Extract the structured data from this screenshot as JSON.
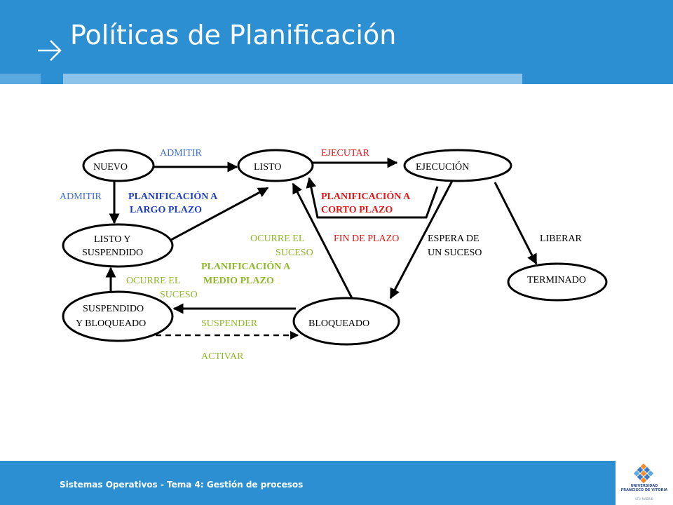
{
  "slide": {
    "title": "Políticas de Planificación",
    "footer": "Sistemas Operativos - Tema 4: Gestión de procesos",
    "logo": {
      "name_line1": "UNIVERSIDAD",
      "name_line2": "FRANCISCO DE VITORIA",
      "tagline": "UFV MADRID"
    }
  },
  "diagram": {
    "states": {
      "nuevo": "NUEVO",
      "listo": "LISTO",
      "ejecucion": "EJECUCIÓN",
      "listo_susp_1": "LISTO   Y",
      "listo_susp_2": "SUSPENDIDO",
      "susp_bloq_1": "SUSPENDIDO",
      "susp_bloq_2": "Y BLOQUEADO",
      "bloqueado": "BLOQUEADO",
      "terminado": "TERMINADO"
    },
    "transitions": {
      "admitir_top": "ADMITIR",
      "admitir_left": "ADMITIR",
      "ejecutar": "EJECUTAR",
      "plan_largo_1": "PLANIFICACIÓN A",
      "plan_largo_2": "LARGO PLAZO",
      "plan_corto_1": "PLANIFICACIÓN A",
      "plan_corto_2": "CORTO PLAZO",
      "ocurre_1a": "OCURRE EL",
      "ocurre_1b": "SUCESO",
      "fin_plazo": "FIN DE PLAZO",
      "espera_1": "ESPERA DE",
      "espera_2": "UN SUCESO",
      "liberar": "LIBERAR",
      "plan_medio_1": "PLANIFICACIÓN A",
      "plan_medio_2": "MEDIO PLAZO",
      "ocurre_2a": "OCURRE EL",
      "ocurre_2b": "SUCESO",
      "suspender": "SUSPENDER",
      "activar": "ACTIVAR"
    },
    "colors": {
      "long_term": "#1f3fbf",
      "admit": "#3d6fd1",
      "short_term": "#e01818",
      "medium_term": "#8fb82a",
      "black": "#000000"
    }
  }
}
